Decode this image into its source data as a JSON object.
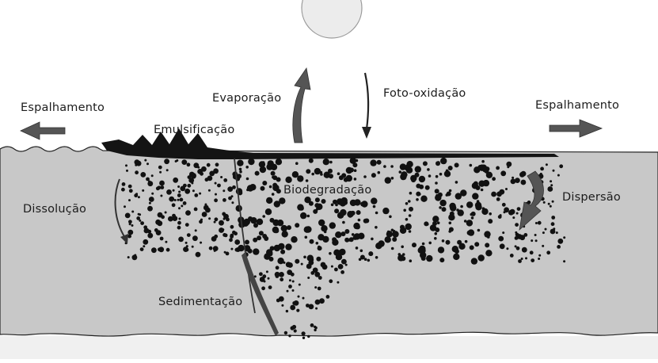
{
  "labels": {
    "spreading_left": "Espalhamento",
    "spreading_right": "Espalhamento",
    "evaporation": "Evaporação",
    "photo_oxidation": "Foto-oxidação",
    "emulsification": "Emulsificação",
    "dissolution": "Dissolução",
    "biodegradation": "Biodegradação",
    "dispersion": "Dispersão",
    "sedimentation": "Sedimentação"
  },
  "colors": {
    "water": "#c8c8c8",
    "seabed": "#f0f0f0",
    "sun": "#ececec",
    "oil": "#141414",
    "arrow": "#555555",
    "text": "#1c1c1c"
  }
}
